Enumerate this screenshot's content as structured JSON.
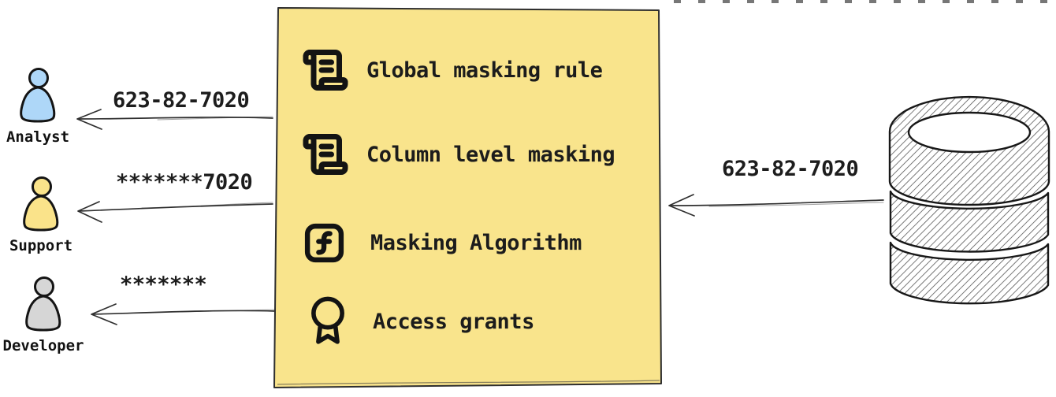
{
  "diagram": {
    "personas": [
      {
        "name": "Analyst",
        "arrow_label": "623-82-7020",
        "color": "#AED7F8"
      },
      {
        "name": "Support",
        "arrow_label": "*******7020",
        "color": "#FAE38A"
      },
      {
        "name": "Developer",
        "arrow_label": "*******",
        "color": "#D6D6D6"
      }
    ],
    "masking_box": {
      "background": "#F9E48C",
      "border_color": "#2e2e2e",
      "items": [
        {
          "icon": "scroll-text-icon",
          "label": "Global masking rule"
        },
        {
          "icon": "scroll-text-icon",
          "label": "Column level masking"
        },
        {
          "icon": "function-square-icon",
          "label": "Masking Algorithm"
        },
        {
          "icon": "award-icon",
          "label": "Access grants"
        }
      ]
    },
    "database": {
      "icon": "database-icon",
      "arrow_label": "623-82-7020"
    }
  }
}
